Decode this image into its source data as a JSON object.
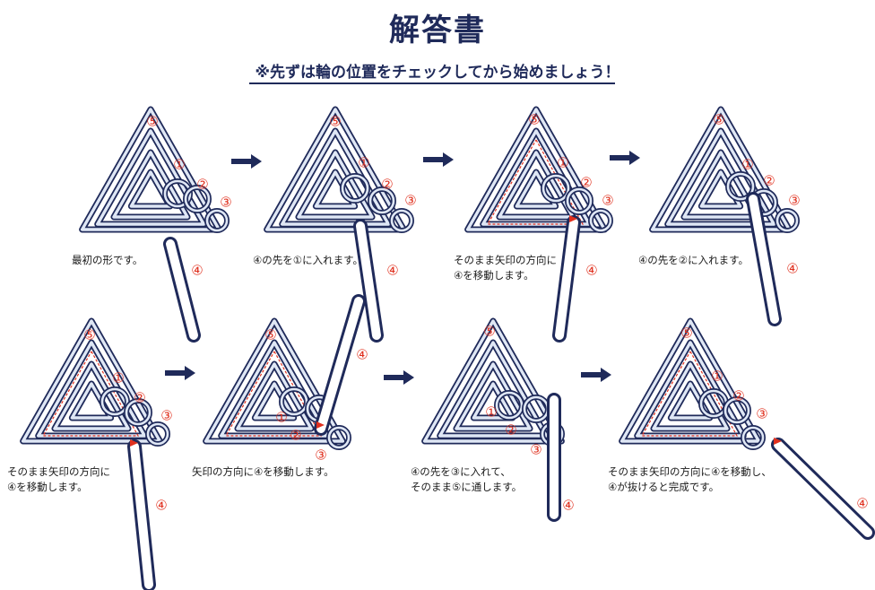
{
  "title": "解答書",
  "subtitle": "※先ずは輪の位置をチェックしてから始めましょう！",
  "labels": {
    "r1": "①",
    "r2": "②",
    "r3": "③",
    "r4": "④",
    "r5": "⑤"
  },
  "steps": [
    {
      "caption": [
        "最初の形です。"
      ]
    },
    {
      "caption": [
        "④の先を①に入れます。"
      ]
    },
    {
      "caption": [
        "そのまま矢印の方向に",
        "④を移動します。"
      ]
    },
    {
      "caption": [
        "④の先を②に入れます。"
      ]
    },
    {
      "caption": [
        "そのまま矢印の方向に",
        "④を移動します。"
      ]
    },
    {
      "caption": [
        "矢印の方向に④を移動します。"
      ]
    },
    {
      "caption": [
        "④の先を③に入れて、",
        "そのまま⑤に通します。"
      ]
    },
    {
      "caption": [
        "そのまま矢印の方向に④を移動し、",
        "④が抜けると完成です。"
      ]
    }
  ],
  "colors": {
    "wire": "#1f2a5a",
    "wire_fill": "#dfe7f5",
    "label": "#e0301e",
    "heading": "#1f2a5a"
  }
}
